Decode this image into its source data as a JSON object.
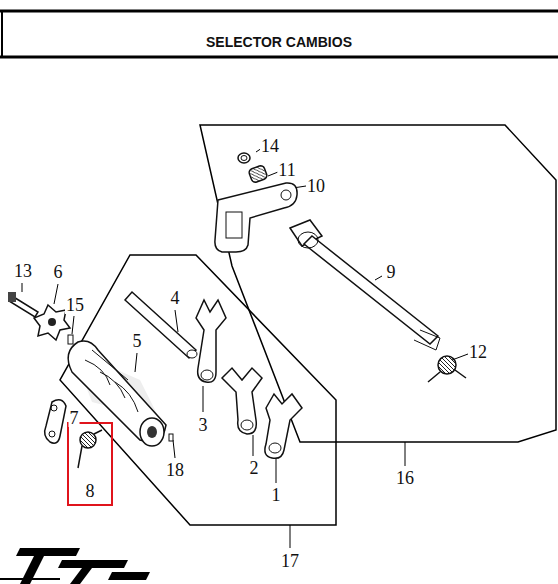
{
  "diagram": {
    "title": "SELECTOR CAMBIOS",
    "nodes": [
      {
        "text": [
          "8"
        ]
      }
    ],
    "labels": [
      "14",
      "11",
      "10",
      "9",
      "12",
      "16",
      "13",
      "6",
      "15",
      "4",
      "5",
      "3",
      "7",
      "2",
      "1",
      "18",
      "17"
    ]
  }
}
